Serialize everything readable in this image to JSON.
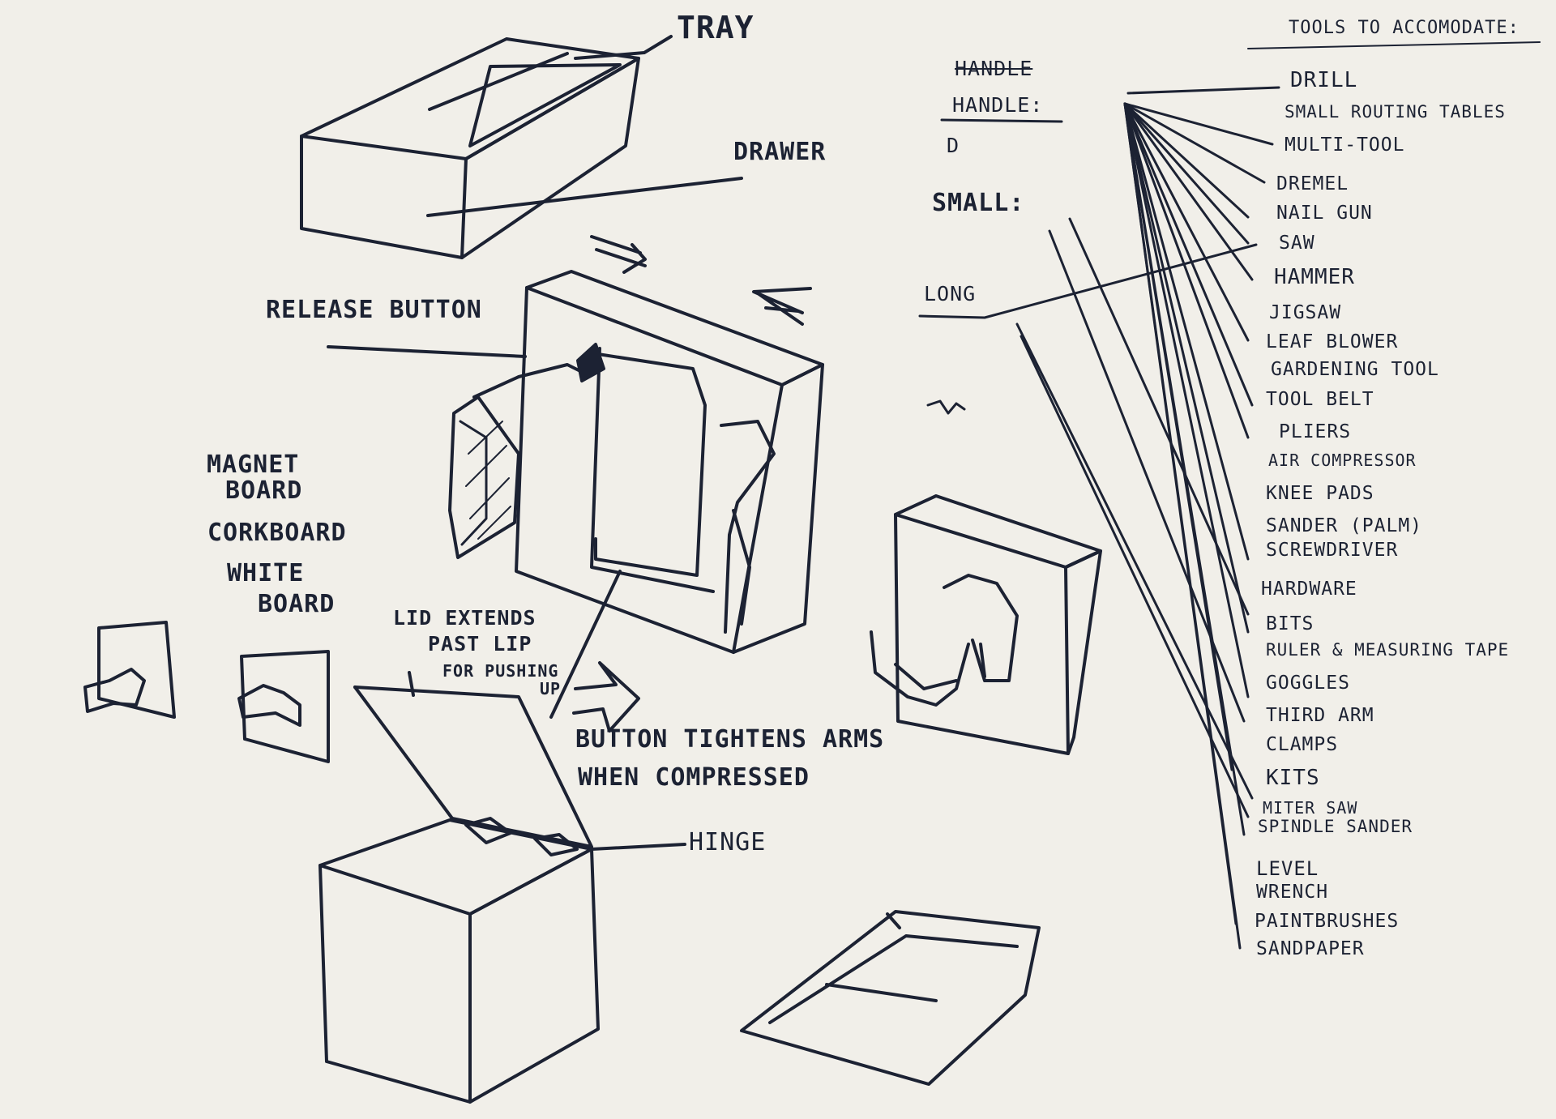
{
  "labels": {
    "tray": "TRAY",
    "drawer": "DRAWER",
    "release_button": "RELEASE BUTTON",
    "magnet_board": "MAGNET",
    "magnet_board_2": "BOARD",
    "corkboard": "CORKBOARD",
    "white_board": "WHITE",
    "white_board_2": "BOARD",
    "lid_note_1": "LID EXTENDS",
    "lid_note_2": "PAST LIP",
    "lid_note_3": "FOR PUSHING",
    "lid_note_4": "UP",
    "button_note_1": "BUTTON TIGHTENS ARMS",
    "button_note_2": "WHEN COMPRESSED",
    "hinge": "HINGE",
    "handle_crossed": "HANDLE",
    "handle": "HANDLE:",
    "d_mark": "D",
    "small": "SMALL:",
    "long": "LONG"
  },
  "tools_header": "TOOLS TO ACCOMODATE:",
  "tools": [
    "DRILL",
    "SMALL ROUTING TABLES",
    "MULTI-TOOL",
    "DREMEL",
    "NAIL GUN",
    "SAW",
    "HAMMER",
    "JIGSAW",
    "LEAF BLOWER",
    "GARDENING TOOL",
    "TOOL BELT",
    "PLIERS",
    "AIR COMPRESSOR",
    "KNEE PADS",
    "SANDER (PALM)",
    "SCREWDRIVER",
    "HARDWARE",
    "BITS",
    "RULER & MEASURING TAPE",
    "GOGGLES",
    "THIRD ARM",
    "CLAMPS",
    "KITS",
    "MITER SAW",
    "SPINDLE SANDER",
    "LEVEL",
    "WRENCH",
    "PAINTBRUSHES",
    "SANDPAPER"
  ],
  "colors": {
    "ink": "#1c2233",
    "paper": "#f1efe9"
  }
}
